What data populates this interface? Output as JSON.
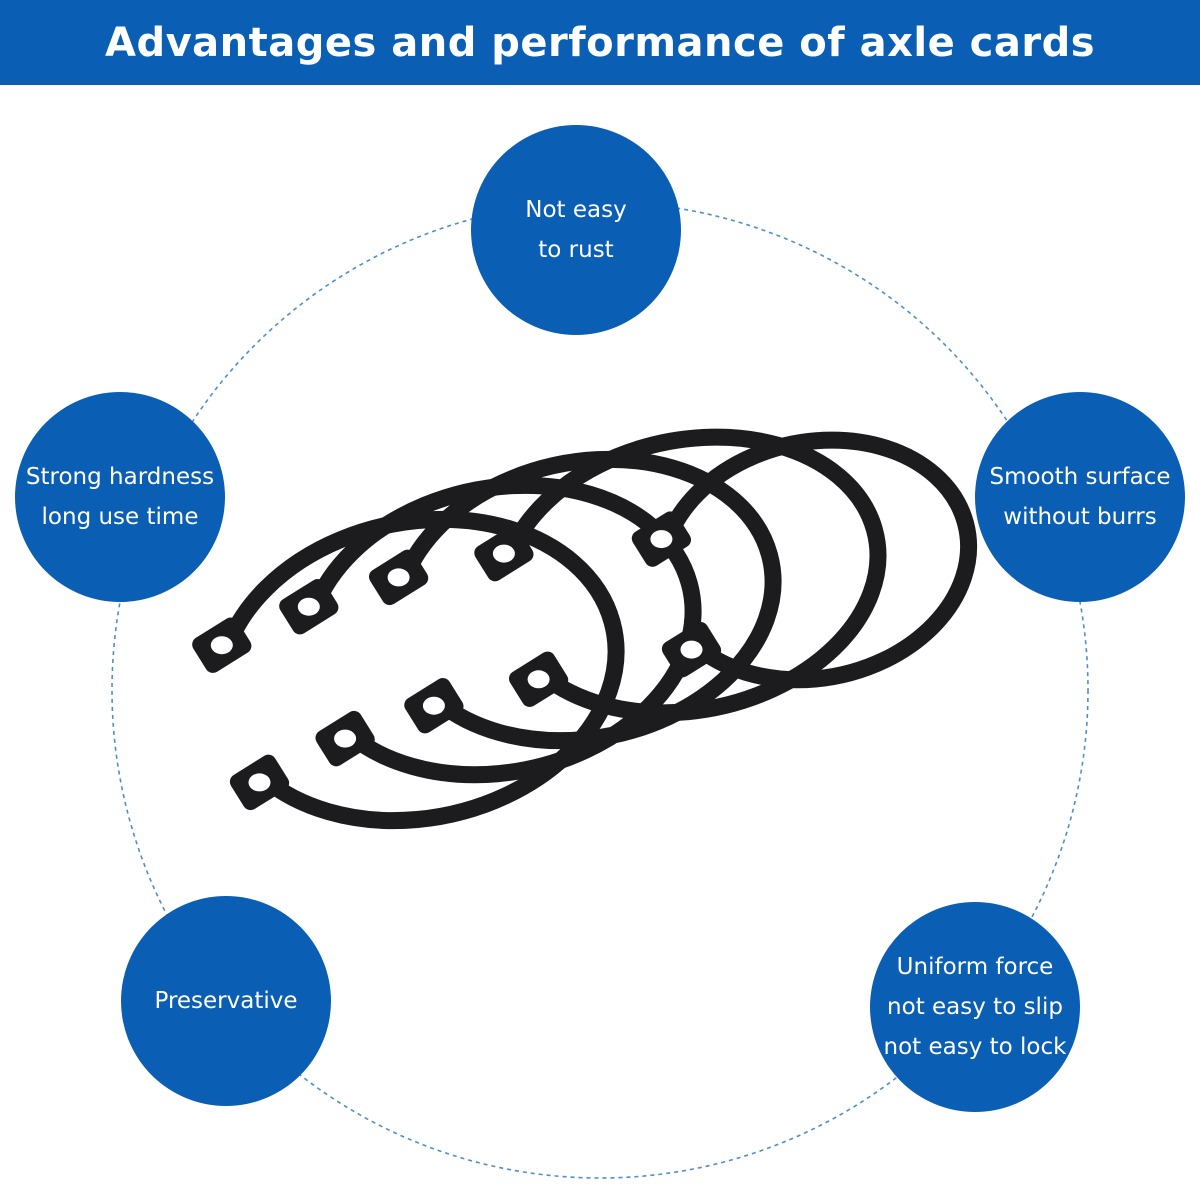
{
  "theme": {
    "brand_blue": "#0a5fb4",
    "dash_color": "#4f8fc7",
    "ring_color": "#1c1c1e"
  },
  "banner": {
    "title": "Advantages and performance of axle cards"
  },
  "features": [
    {
      "id": "top",
      "text": "Not easy\nto rust"
    },
    {
      "id": "left",
      "text": "Strong hardness\nlong use time"
    },
    {
      "id": "right",
      "text": "Smooth surface\nwithout burrs"
    },
    {
      "id": "bottom_left",
      "text": "Preservative"
    },
    {
      "id": "bottom_right",
      "text": "Uniform force\nnot easy to slip\nnot easy to lock"
    }
  ],
  "product": {
    "icon": "retaining-ring-icon",
    "ring_count": 5
  }
}
